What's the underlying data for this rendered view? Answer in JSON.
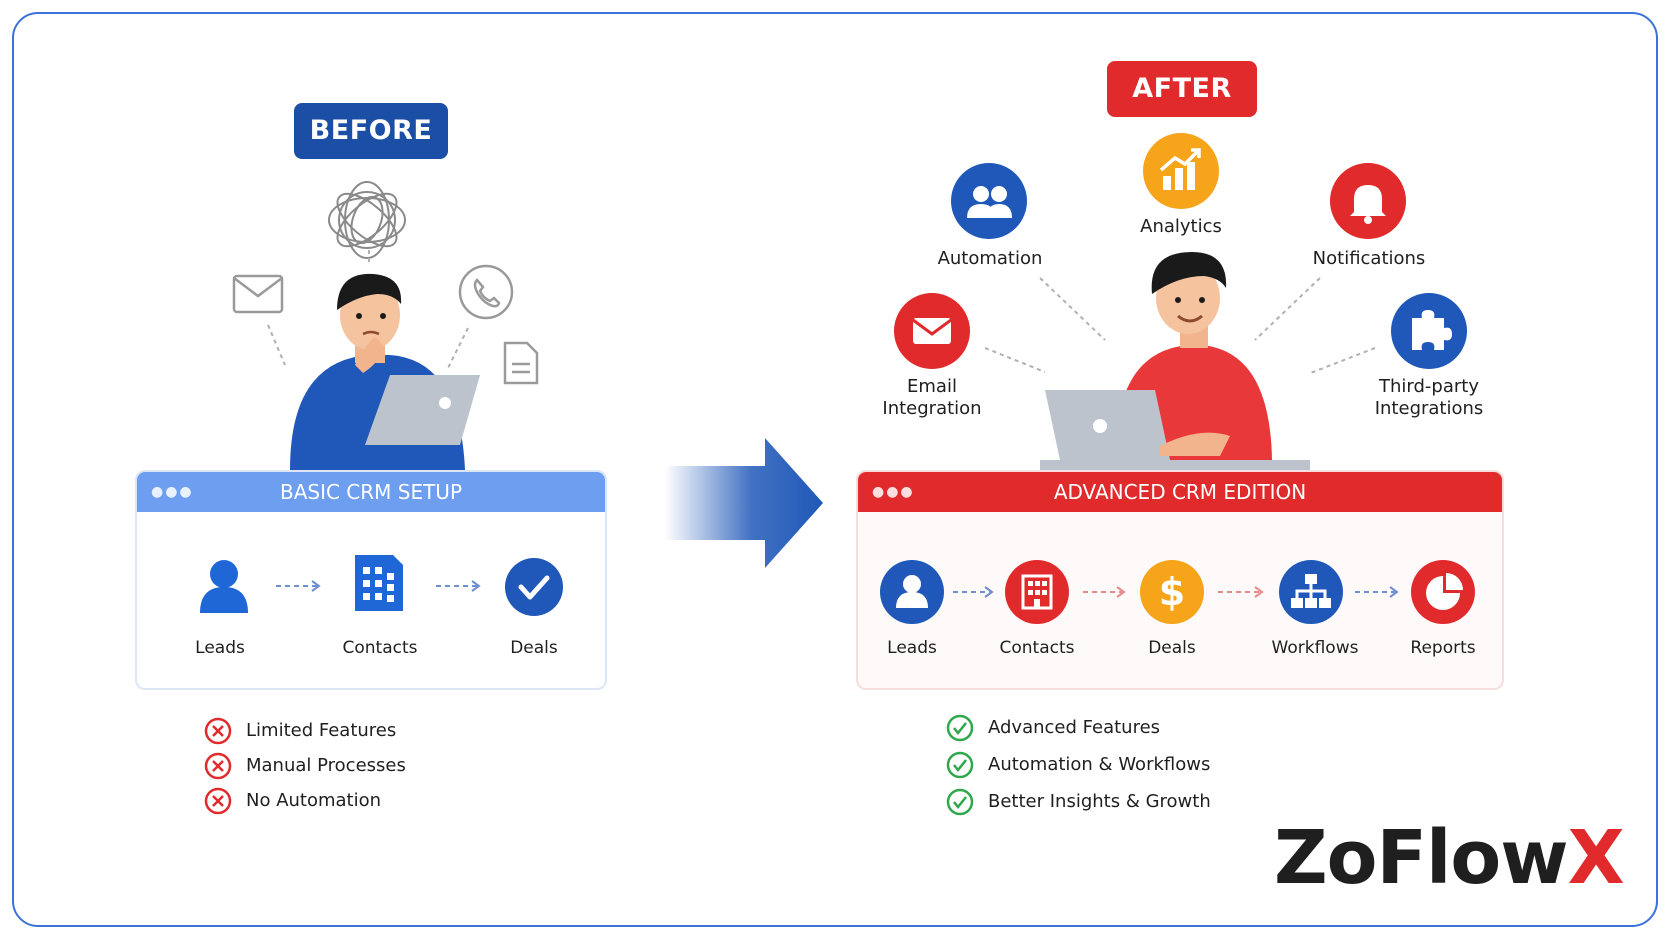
{
  "before": {
    "badge": "BEFORE",
    "panel_title": "BASIC CRM SETUP",
    "flow": [
      "Leads",
      "Contacts",
      "Deals"
    ],
    "issues": [
      "Limited Features",
      "Manual Processes",
      "No Automation"
    ]
  },
  "after": {
    "badge": "AFTER",
    "panel_title": "ADVANCED CRM EDITION",
    "features": {
      "automation": "Automation",
      "analytics": "Analytics",
      "notifications": "Notifications",
      "email": "Email\nIntegration",
      "third_party": "Third-party\nIntegrations"
    },
    "flow": [
      "Leads",
      "Contacts",
      "Deals",
      "Workflows",
      "Reports"
    ],
    "benefits": [
      "Advanced Features",
      "Automation & Workflows",
      "Better Insights & Growth"
    ]
  },
  "logo": {
    "main": "ZoFlow",
    "accent": "X"
  },
  "colors": {
    "blue": "#1b4fa6",
    "red": "#e02a2b",
    "orange": "#f6a41a",
    "green": "#2ea84a"
  },
  "icons": [
    "tangle-icon",
    "envelope-icon",
    "phone-icon",
    "document-icon",
    "person-icon",
    "building-icon",
    "check-icon",
    "users-icon",
    "chart-icon",
    "bell-icon",
    "puzzle-icon",
    "dollar-icon",
    "hierarchy-icon",
    "pie-icon",
    "arrow-icon"
  ]
}
